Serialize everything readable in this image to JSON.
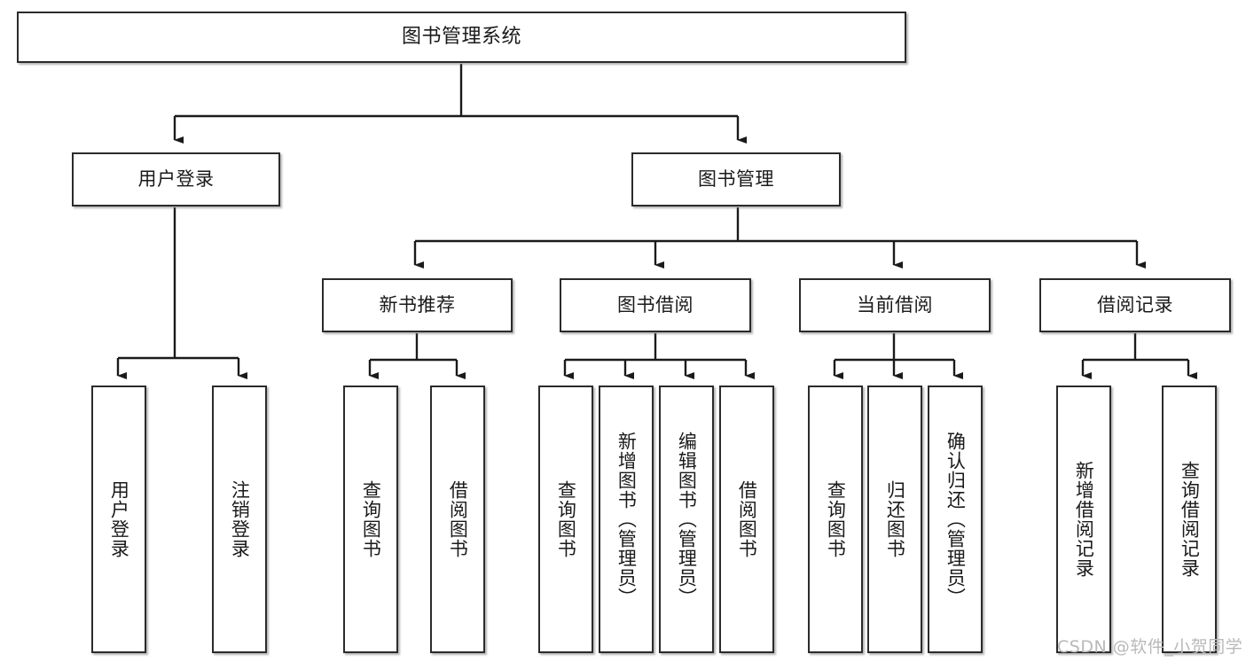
{
  "diagram": {
    "title": "图书管理系统",
    "type": "hierarchy-tree",
    "root": {
      "label": "图书管理系统"
    },
    "level2": [
      {
        "label": "用户登录"
      },
      {
        "label": "图书管理"
      }
    ],
    "level3": [
      {
        "label": "新书推荐"
      },
      {
        "label": "图书借阅"
      },
      {
        "label": "当前借阅"
      },
      {
        "label": "借阅记录"
      }
    ],
    "leaves": {
      "user_login": [
        {
          "label": "用户登录"
        },
        {
          "label": "注销登录"
        }
      ],
      "new_book_recommend": [
        {
          "label": "查询图书"
        },
        {
          "label": "借阅图书"
        }
      ],
      "book_borrow": [
        {
          "label": "查询图书"
        },
        {
          "label": "新增图书（管理员）"
        },
        {
          "label": "编辑图书（管理员）"
        },
        {
          "label": "借阅图书"
        }
      ],
      "current_borrow": [
        {
          "label": "查询图书"
        },
        {
          "label": "归还图书"
        },
        {
          "label": "确认归还（管理员）"
        }
      ],
      "borrow_record": [
        {
          "label": "新增借阅记录"
        },
        {
          "label": "查询借阅记录"
        }
      ]
    }
  },
  "watermark": {
    "text": "CSDN @软件_小贺同学"
  },
  "colors": {
    "border": "#2b2b2b",
    "text": "#1a1a1a",
    "background": "#ffffff",
    "watermark": "#b9b9b9",
    "connector": "#1a1a1a"
  }
}
